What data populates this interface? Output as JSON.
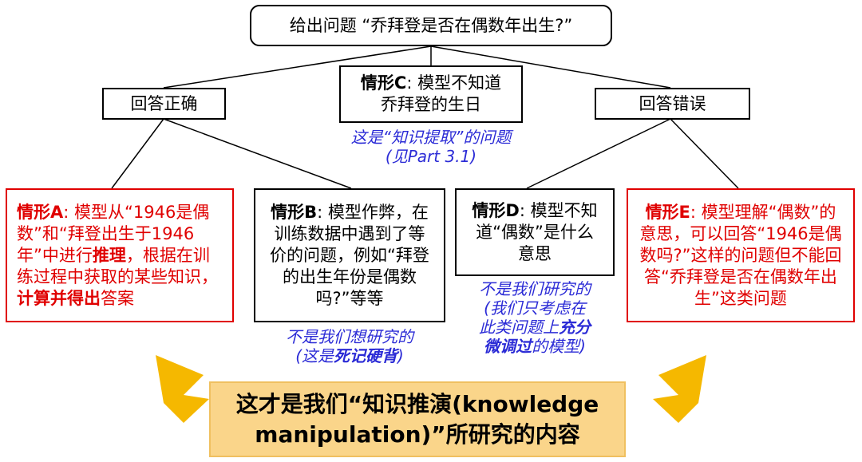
{
  "top": {
    "text": "给出问题 “乔拜登是否在偶数年出生?”"
  },
  "correct": {
    "label": "回答正确"
  },
  "wrong": {
    "label": "回答错误"
  },
  "caseC": {
    "title": "情形C",
    "line1": ": 模型不知道",
    "line2": "乔拜登的生日"
  },
  "noteC": {
    "line1": "这是“知识提取”的问题",
    "line2": "(见Part 3.1)"
  },
  "caseA": {
    "title": "情形A",
    "t1": ": 模型从“1946是偶数”和“拜登出生于1946年”中进行",
    "bold1": "推理",
    "t2": "，根据在训练过程中获取的某些知识，",
    "bold2": "计算并得出",
    "t3": "答案"
  },
  "caseB": {
    "title": "情形B",
    "text": ": 模型作弊，在训练数据中遇到了等价的问题，例如“拜登的出生年份是偶数吗?”等等"
  },
  "noteB": {
    "line1": "不是我们想研究的",
    "line2a": "(这是",
    "line2b": "死记硬背",
    "line2c": ")"
  },
  "caseD": {
    "title": "情形D",
    "text": ": 模型不知道“偶数”是什么意思"
  },
  "noteD": {
    "line1": "不是我们研究的",
    "line2": "(我们只考虑在",
    "line3a": "此类问题上",
    "line3b": "充分",
    "line4a": "微调过",
    "line4b": "的模型)"
  },
  "caseE": {
    "title": "情形E",
    "text": ": 模型理解“偶数”的意思，可以回答“1946是偶数吗?”这样的问题但不能回答“乔拜登是否在偶数年出生”这类问题"
  },
  "bottom": {
    "line1": "这才是我们“知识推演(knowledge",
    "line2": "manipulation)”所研究的内容"
  },
  "colors": {
    "red": "#e00000",
    "blue": "#2b2bd6",
    "arrow": "#f5b800",
    "highlight": "#fad58a"
  }
}
